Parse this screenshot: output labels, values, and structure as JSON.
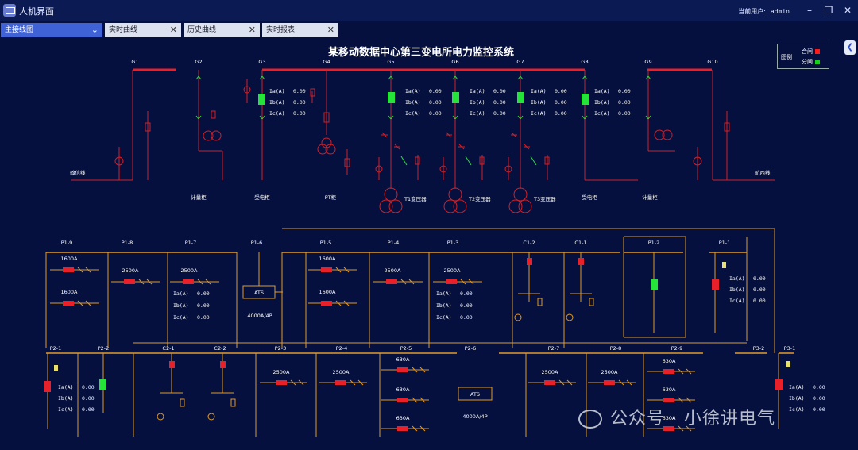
{
  "app": {
    "title": "人机界面",
    "current_user_label": "当前用户:",
    "current_user": "admin"
  },
  "tabs": [
    {
      "label": "主接线图",
      "active": true
    },
    {
      "label": "实时曲线"
    },
    {
      "label": "历史曲线"
    },
    {
      "label": "实时报表"
    }
  ],
  "main_title": "某移动数据中心第三变电所电力监控系统",
  "legend": {
    "title": "图例",
    "closed": "合闸",
    "open": "分闸",
    "closed_color": "#ff1a1a",
    "open_color": "#18d418"
  },
  "colors": {
    "bus_red": "#e8202a",
    "bus_orange": "#e39a25",
    "line_red": "#d02028",
    "green": "#26e33a",
    "text": "#ffffff"
  },
  "hv": {
    "gens": [
      "G1",
      "G2",
      "G3",
      "G4",
      "G5",
      "G6",
      "G7",
      "G8",
      "G9",
      "G10"
    ],
    "bottom_labels": [
      "计量柜",
      "受电柜",
      "PT柜",
      "受电柜",
      "计量柜"
    ],
    "left_line": "翰信线",
    "right_line": "航西线",
    "transformers": [
      "T1变压器",
      "T2变压器",
      "T3变压器"
    ],
    "meas_labels": [
      "Ia(A)",
      "Ib(A)",
      "Ic(A)"
    ],
    "meas_value": "0.00"
  },
  "lv1": {
    "panels": [
      "P1-9",
      "P1-8",
      "P1-7",
      "P1-6",
      "P1-5",
      "P1-4",
      "P1-3",
      "C1-2",
      "C1-1",
      "P1-2",
      "P1-1"
    ],
    "ratings": [
      "1600A",
      "1600A",
      "2500A",
      "2500A",
      "1600A",
      "1600A",
      "2500A",
      "2500A"
    ],
    "ats": "ATS",
    "ats_rating": "4000A/4P"
  },
  "lv2": {
    "panels": [
      "P2-1",
      "P2-2",
      "C2-1",
      "C2-2",
      "P2-3",
      "P2-4",
      "P2-5",
      "P2-6",
      "P2-7",
      "P2-8",
      "P2-9",
      "P3-2",
      "P3-1"
    ],
    "ratings": [
      "2500A",
      "2500A",
      "630A",
      "630A",
      "630A",
      "2500A",
      "2500A",
      "630A",
      "630A",
      "630A"
    ],
    "ats": "ATS",
    "ats_rating": "4000A/4P"
  },
  "watermark": "公众号 · 小徐讲电气"
}
